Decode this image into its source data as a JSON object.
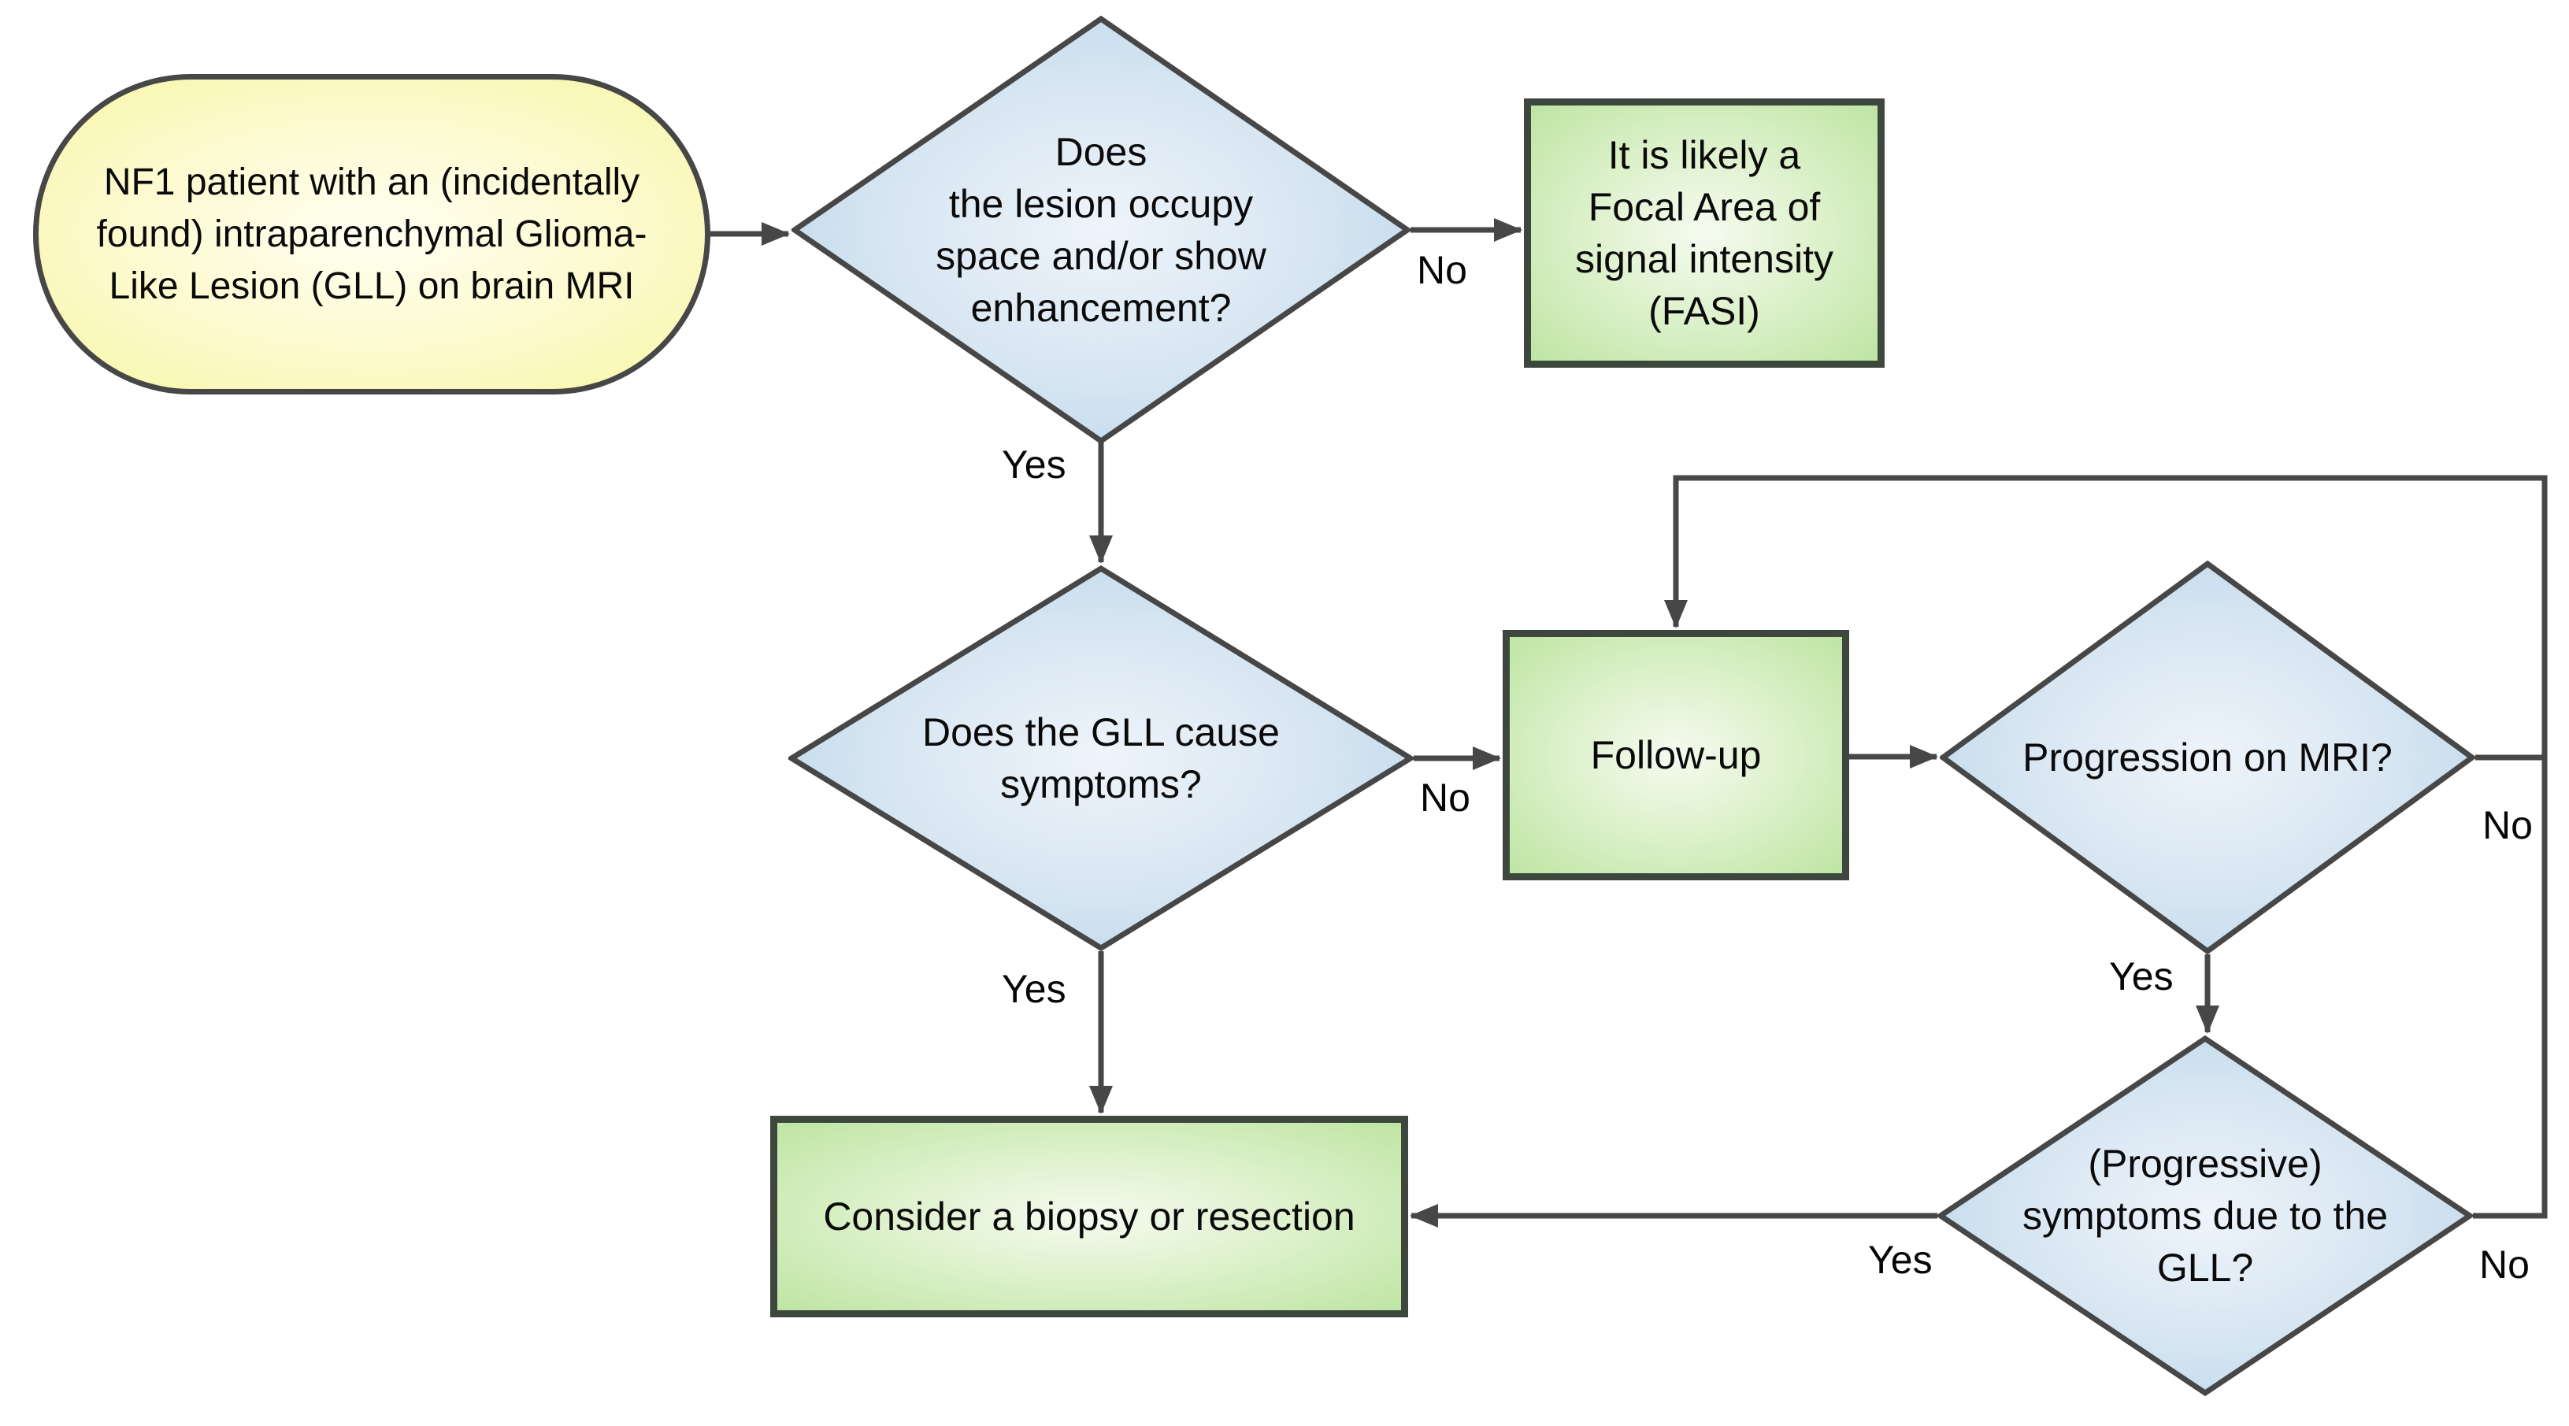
{
  "diagram": {
    "kind": "flowchart",
    "background": "#ffffff",
    "nodes": {
      "start": {
        "type": "terminator",
        "text": "NF1 patient with an (incidentally\nfound) intraparenchymal Glioma-\nLike Lesion (GLL) on brain MRI"
      },
      "q_lesion": {
        "type": "decision",
        "text": "Does\nthe lesion occupy\nspace and/or show\nenhancement?"
      },
      "fasi": {
        "type": "process",
        "text": "It is likely a\nFocal Area of\nsignal intensity\n(FASI)"
      },
      "q_symptoms": {
        "type": "decision",
        "text": "Does the GLL cause\nsymptoms?"
      },
      "followup": {
        "type": "process",
        "text": "Follow-up"
      },
      "q_progression": {
        "type": "decision",
        "text": "Progression on MRI?"
      },
      "q_prog_symptoms": {
        "type": "decision",
        "text": "(Progressive)\nsymptoms due to the\nGLL?"
      },
      "biopsy": {
        "type": "process",
        "text": "Consider a biopsy or resection"
      }
    },
    "edge_labels": {
      "lesion_no": "No",
      "lesion_yes": "Yes",
      "symptoms_no": "No",
      "symptoms_yes": "Yes",
      "progression_yes": "Yes",
      "progression_no": "No",
      "prog_symptoms_yes": "Yes",
      "prog_symptoms_no": "No"
    },
    "edges": [
      {
        "from": "start",
        "to": "q_lesion",
        "label": ""
      },
      {
        "from": "q_lesion",
        "to": "fasi",
        "label": "No"
      },
      {
        "from": "q_lesion",
        "to": "q_symptoms",
        "label": "Yes"
      },
      {
        "from": "q_symptoms",
        "to": "followup",
        "label": "No"
      },
      {
        "from": "q_symptoms",
        "to": "biopsy",
        "label": "Yes"
      },
      {
        "from": "followup",
        "to": "q_progression",
        "label": ""
      },
      {
        "from": "q_progression",
        "to": "q_prog_symptoms",
        "label": "Yes"
      },
      {
        "from": "q_progression",
        "to": "followup",
        "label": "No"
      },
      {
        "from": "q_prog_symptoms",
        "to": "biopsy",
        "label": "Yes"
      },
      {
        "from": "q_prog_symptoms",
        "to": "followup",
        "label": "No"
      }
    ],
    "colors": {
      "terminator_fill_center": "#fffff2",
      "terminator_fill_edge": "#f8f6a6",
      "decision_fill_center": "#eef4fa",
      "decision_fill_edge": "#bdd8ea",
      "process_fill_center": "#f5fbf0",
      "process_fill_edge": "#bee5a3",
      "process_border": "#3d473d",
      "shape_border": "#474747",
      "connector": "#474747",
      "text": "#0a0a0a"
    }
  }
}
